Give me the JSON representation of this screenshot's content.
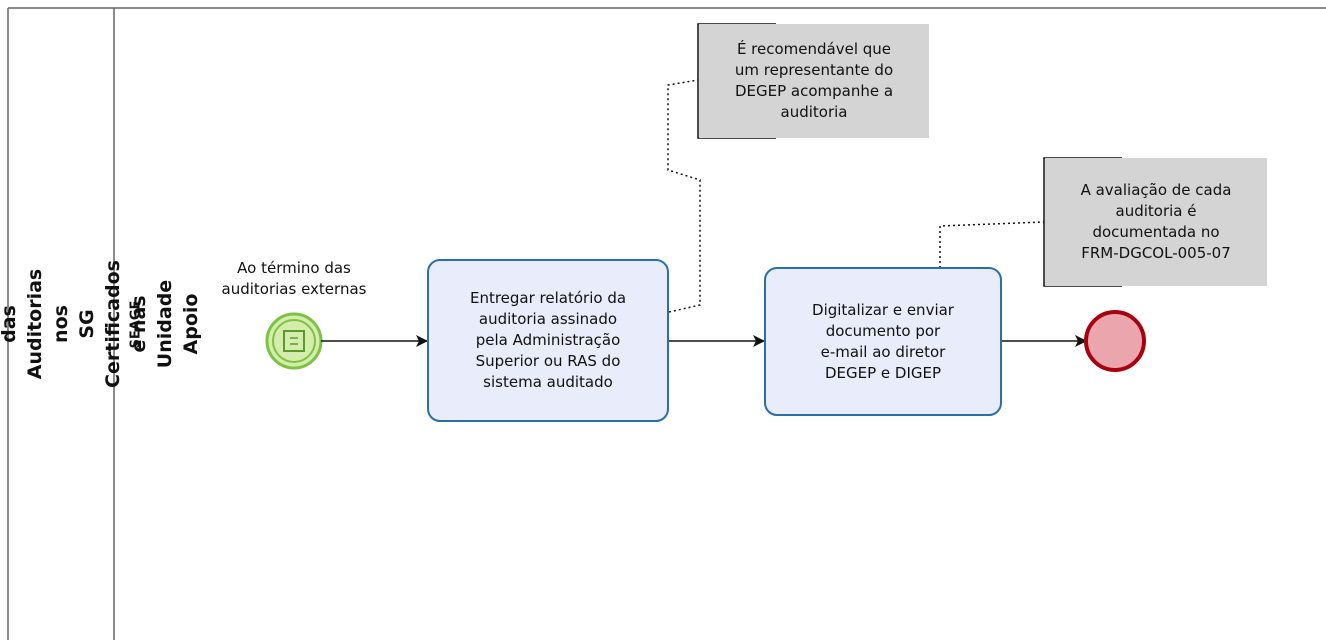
{
  "pool": {
    "title_lines": [
      "Promover e Apoiar a Realização das Auditorias nos",
      "SG Certificados e nas Unidade Apoio"
    ]
  },
  "lane": {
    "name": "SEAGE"
  },
  "start_event": {
    "label_lines": [
      "Ao término das",
      "auditorias externas"
    ],
    "color": "#7dc242"
  },
  "tasks": [
    {
      "lines": [
        "Entregar relatório da",
        "auditoria assinado",
        "pela Administração",
        "Superior ou RAS do",
        "sistema auditado"
      ]
    },
    {
      "lines": [
        "Digitalizar e enviar",
        "documento por",
        "e-mail ao diretor",
        "DEGEP e DIGEP"
      ]
    }
  ],
  "annotations": [
    {
      "lines": [
        "É recomendável que",
        "um representante do",
        "DEGEP acompanhe a",
        "auditoria"
      ]
    },
    {
      "lines": [
        "A avaliação de cada",
        "auditoria é",
        "documentada no",
        "FRM-DGCOL-005-07"
      ]
    }
  ],
  "end_event": {
    "color": "#a8000f"
  },
  "colors": {
    "task_border": "#2c6fa6",
    "task_fill": "#e8ecfb",
    "annotation_fill": "#d4d4d4",
    "end_fill": "#eba6ad"
  }
}
